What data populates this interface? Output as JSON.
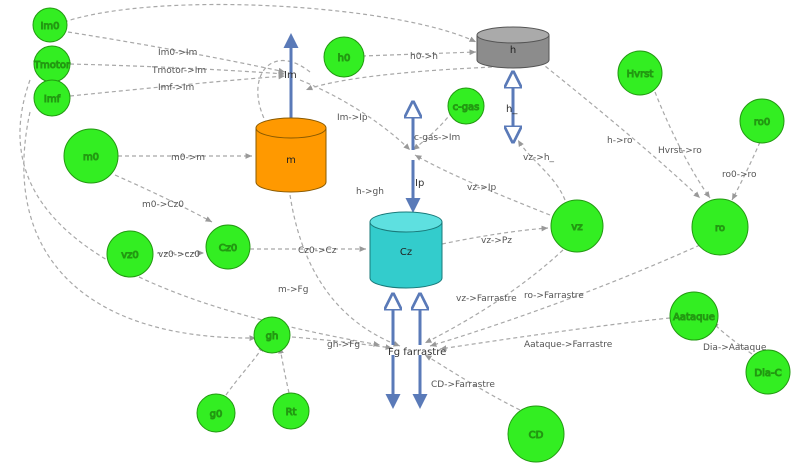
{
  "diagram": {
    "stocks": [
      {
        "id": "m",
        "label": "m",
        "color": "#ff9900"
      },
      {
        "id": "h",
        "label": "h",
        "color": "#8c8c8c"
      },
      {
        "id": "Cz",
        "label": "Cz",
        "color": "#33cccc"
      }
    ],
    "variables": [
      {
        "id": "Im0",
        "label": "Im0"
      },
      {
        "id": "Tmotor",
        "label": "Tmotor"
      },
      {
        "id": "Imf",
        "label": "Imf"
      },
      {
        "id": "h0",
        "label": "h0"
      },
      {
        "id": "c-gas",
        "label": "c-gas"
      },
      {
        "id": "Hvrst",
        "label": "Hvrst"
      },
      {
        "id": "ro0",
        "label": "ro0"
      },
      {
        "id": "m0",
        "label": "m0"
      },
      {
        "id": "vz0",
        "label": "vz0"
      },
      {
        "id": "Cz0",
        "label": "Cz0"
      },
      {
        "id": "vz",
        "label": "vz"
      },
      {
        "id": "ro",
        "label": "ro"
      },
      {
        "id": "gh",
        "label": "gh"
      },
      {
        "id": "Aataque",
        "label": "Aataque"
      },
      {
        "id": "Dia-C",
        "label": "Dia-C"
      },
      {
        "id": "g0",
        "label": "g0"
      },
      {
        "id": "Rt",
        "label": "Rt"
      },
      {
        "id": "CD",
        "label": "CD"
      }
    ],
    "flows": [
      {
        "id": "Im",
        "label": "Im"
      },
      {
        "id": "h_",
        "label": "h_"
      },
      {
        "id": "Ip",
        "label": "Ip"
      },
      {
        "id": "Farrastre",
        "label": "Fg farrastre"
      }
    ],
    "links": [
      {
        "id": "Im0-Im",
        "label": "Im0->Im"
      },
      {
        "id": "Tmotor-Im",
        "label": "Tmotor->Im"
      },
      {
        "id": "Imf-Im",
        "label": "Imf->Im"
      },
      {
        "id": "h0-h",
        "label": "h0->h"
      },
      {
        "id": "Im-Ip",
        "label": "Im->Ip"
      },
      {
        "id": "cgas-Im",
        "label": "c-gas->Im"
      },
      {
        "id": "h-gh",
        "label": "h->gh"
      },
      {
        "id": "vz-h",
        "label": "vz->h_"
      },
      {
        "id": "vz-Ip",
        "label": "vz->Ip"
      },
      {
        "id": "h-ro",
        "label": "h->ro"
      },
      {
        "id": "Hvrst-ro",
        "label": "Hvrst->ro"
      },
      {
        "id": "ro0-ro",
        "label": "ro0->ro"
      },
      {
        "id": "m0-m",
        "label": "m0->m"
      },
      {
        "id": "m0-Cz0",
        "label": "m0->Cz0"
      },
      {
        "id": "vz0-cz0",
        "label": "vz0->cz0"
      },
      {
        "id": "Cz0-Cz",
        "label": "Cz0->Cz"
      },
      {
        "id": "vz-Pz",
        "label": "vz->Pz"
      },
      {
        "id": "m-Fg",
        "label": "m->Fg"
      },
      {
        "id": "vz-Farrastre",
        "label": "vz->Farrastre"
      },
      {
        "id": "ro-Farrastre",
        "label": "ro->Farrastre"
      },
      {
        "id": "gh-Fg",
        "label": "gh->Fg"
      },
      {
        "id": "Aataque-Farrastre",
        "label": "Aataque->Farrastre"
      },
      {
        "id": "Dia-Aataque",
        "label": "Dia->Aataque"
      },
      {
        "id": "CD-Farrastre",
        "label": "CD->Farrastre"
      }
    ]
  }
}
